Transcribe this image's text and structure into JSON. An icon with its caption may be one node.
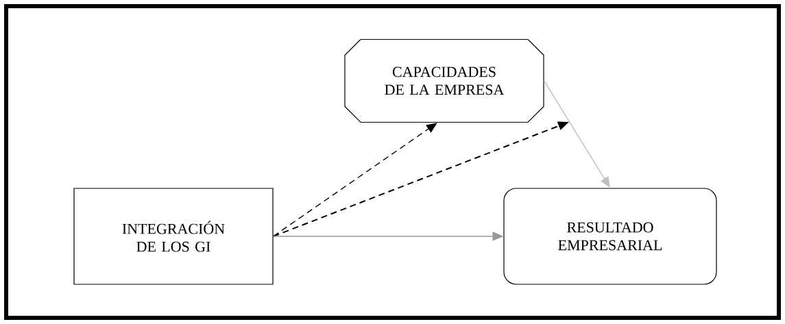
{
  "diagram": {
    "nodes": [
      {
        "text": [
          "INTEGRACIÓN DE LOS GI"
        ]
      },
      {
        "text": [
          "CAPACIDADES DE LA EMPRESA"
        ]
      },
      {
        "text": [
          "RESULTADO EMPRESARIAL"
        ]
      }
    ],
    "edges": [
      {
        "from": 0,
        "to": 1,
        "arrow": "to",
        "style": "dashed",
        "color": "#000000"
      },
      {
        "from": 0,
        "to": null,
        "arrow": "to",
        "style": "dashed",
        "color": "#000000"
      },
      {
        "from": 0,
        "to": 2,
        "arrow": "to",
        "color": "#999999"
      },
      {
        "from": 1,
        "to": 2,
        "arrow": "to",
        "color": "#c0c0c0"
      }
    ]
  }
}
